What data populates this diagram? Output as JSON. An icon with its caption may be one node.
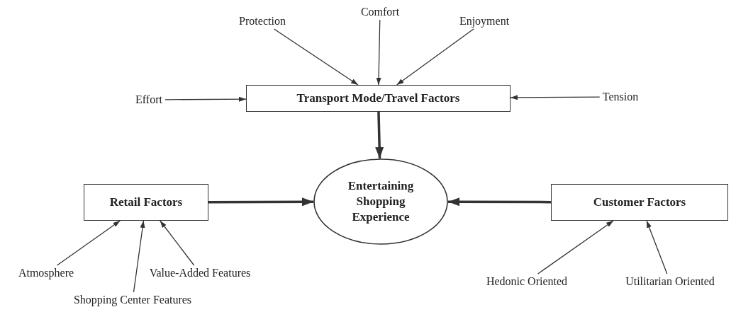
{
  "diagram": {
    "nodes": [
      {
        "text": [
          "Protection"
        ]
      },
      {
        "text": [
          "Comfort"
        ]
      },
      {
        "text": [
          "Enjoyment"
        ]
      },
      {
        "text": [
          "Effort"
        ]
      },
      {
        "text": [
          "Transport Mode/Travel Factors"
        ]
      },
      {
        "text": [
          "Tension"
        ]
      },
      {
        "text": [
          "Retail Factors"
        ]
      },
      {
        "text": [
          "Entertaining Shopping Experience"
        ]
      },
      {
        "text": [
          "Customer Factors"
        ]
      },
      {
        "text": [
          "Atmosphere"
        ]
      },
      {
        "text": [
          "Shopping Center Features"
        ]
      },
      {
        "text": [
          "Value-Added Features"
        ]
      },
      {
        "text": [
          "Hedonic Oriented"
        ]
      },
      {
        "text": [
          "Utilitarian Oriented"
        ]
      }
    ],
    "edges": [
      {
        "from": 0,
        "to": 4,
        "arrow": "to"
      },
      {
        "from": 1,
        "to": 4,
        "arrow": "to"
      },
      {
        "from": 2,
        "to": 4,
        "arrow": "to"
      },
      {
        "from": 3,
        "to": 4,
        "arrow": "to"
      },
      {
        "from": 5,
        "to": 4,
        "arrow": "to"
      },
      {
        "from": 4,
        "to": 7,
        "arrow": "to",
        "style": "thick"
      },
      {
        "from": 6,
        "to": 7,
        "arrow": "to",
        "style": "thick"
      },
      {
        "from": 8,
        "to": 7,
        "arrow": "to",
        "style": "thick"
      },
      {
        "from": 9,
        "to": 6,
        "arrow": "to"
      },
      {
        "from": 10,
        "to": 6,
        "arrow": "to"
      },
      {
        "from": 11,
        "to": 6,
        "arrow": "to"
      },
      {
        "from": 12,
        "to": 8,
        "arrow": "to"
      },
      {
        "from": 13,
        "to": 8,
        "arrow": "to"
      }
    ]
  }
}
